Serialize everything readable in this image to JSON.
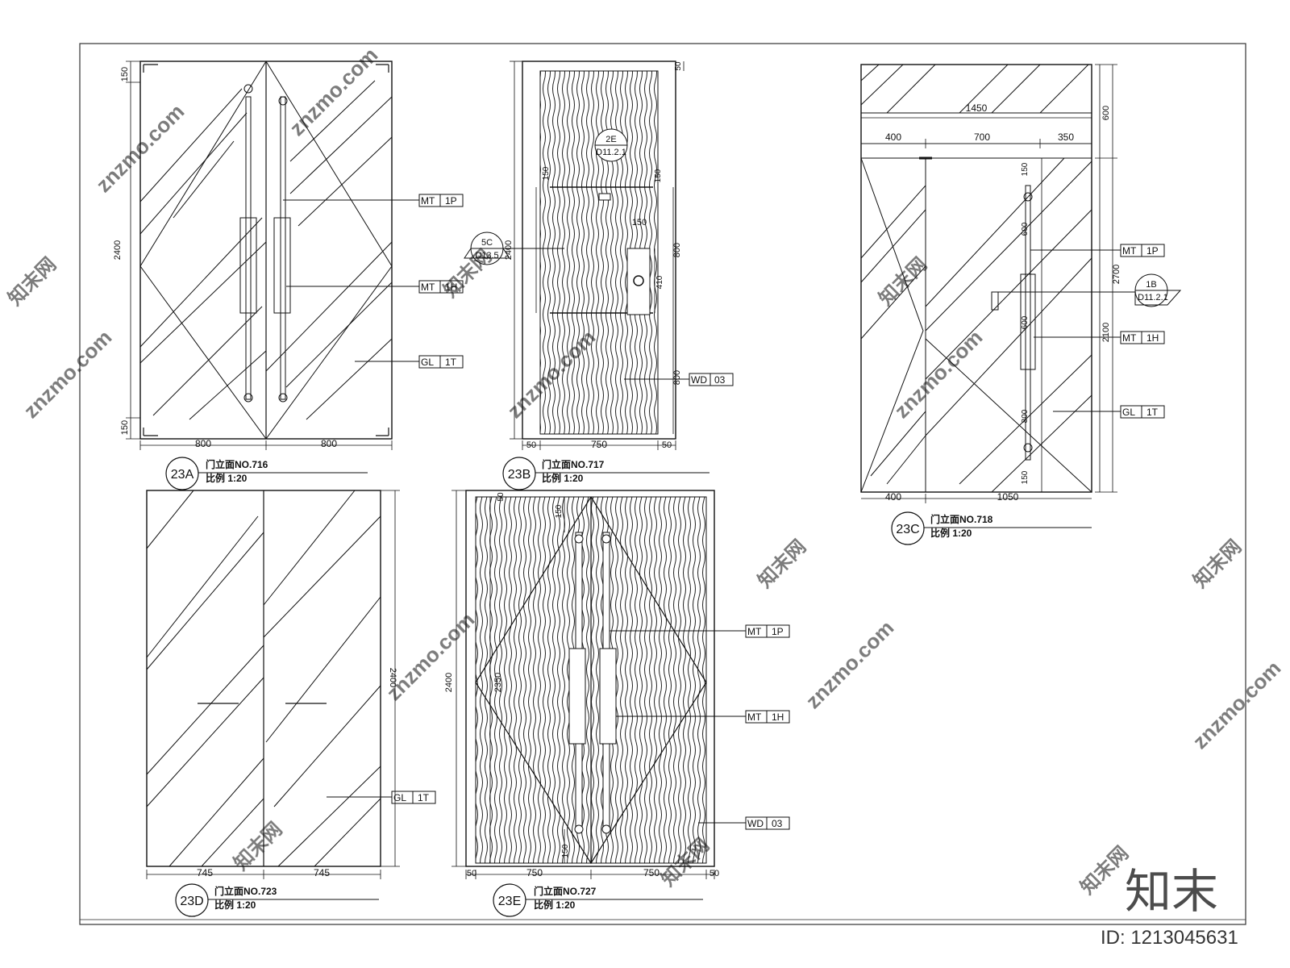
{
  "watermark": {
    "site": "znzmo.com",
    "cn": "知末网",
    "brand": "知末",
    "id_label": "ID: 1213045631"
  },
  "drawings": {
    "d23A": {
      "tag": "23A",
      "title": "门立面NO.716",
      "scale": "比例 1:20",
      "dims": {
        "height": "2400",
        "top": "150",
        "bottom": "150",
        "left_w": "800",
        "right_w": "800"
      },
      "tags": [
        {
          "code": "MT",
          "num": "1P"
        },
        {
          "code": "MT",
          "num": "1H"
        },
        {
          "code": "GL",
          "num": "1T"
        }
      ]
    },
    "d23B": {
      "tag": "23B",
      "title": "门立面NO.717",
      "scale": "比例 1:20",
      "dims": {
        "height": "2400",
        "top": "50",
        "bottom_l": "50",
        "width": "750",
        "bottom_r": "50",
        "d150a": "150",
        "d150b": "150",
        "d800a": "800",
        "d800b": "800",
        "d150c": "150",
        "d410": "410"
      },
      "section_2e": {
        "top": "2E",
        "bottom": "D11.2.1"
      },
      "section_5c": {
        "top": "5C",
        "bottom": "D13.5"
      },
      "tags": [
        {
          "code": "WD",
          "num": "03"
        }
      ]
    },
    "d23C": {
      "tag": "23C",
      "title": "门立面NO.718",
      "scale": "比例 1:20",
      "dims": {
        "total_w": "1450",
        "w400": "400",
        "w700": "700",
        "w350": "350",
        "h600": "600",
        "h2700": "2700",
        "h2100": "2100",
        "v150": "150",
        "v600": "600",
        "v600b": "600",
        "v800": "800",
        "v150b": "150",
        "b400": "400",
        "b1050": "1050"
      },
      "section_1b": {
        "top": "1B",
        "bottom": "D11.2.1"
      },
      "tags": [
        {
          "code": "MT",
          "num": "1P"
        },
        {
          "code": "MT",
          "num": "1H"
        },
        {
          "code": "GL",
          "num": "1T"
        }
      ]
    },
    "d23D": {
      "tag": "23D",
      "title": "门立面NO.723",
      "scale": "比例 1:20",
      "dims": {
        "height": "2400",
        "left_w": "745",
        "right_w": "745"
      },
      "tags": [
        {
          "code": "GL",
          "num": "1T"
        }
      ]
    },
    "d23E": {
      "tag": "23E",
      "title": "门立面NO.727",
      "scale": "比例 1:20",
      "dims": {
        "height": "2400",
        "inner_h": "2350",
        "top": "50",
        "d150": "150",
        "d150b": "150",
        "b50l": "50",
        "w750a": "750",
        "w750b": "750",
        "b50r": "50"
      },
      "tags": [
        {
          "code": "MT",
          "num": "1P"
        },
        {
          "code": "MT",
          "num": "1H"
        },
        {
          "code": "WD",
          "num": "03"
        }
      ]
    }
  }
}
